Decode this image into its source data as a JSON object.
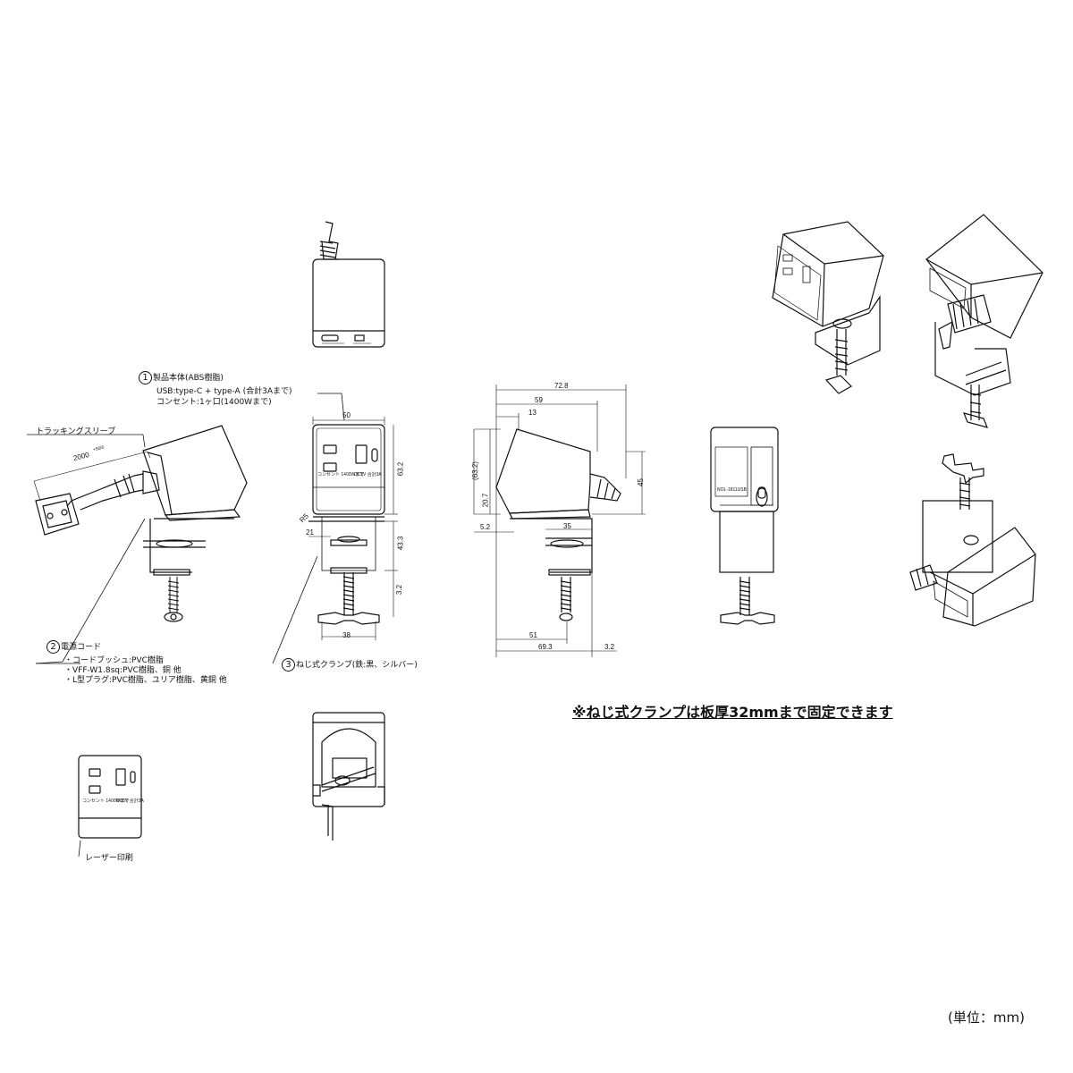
{
  "callouts": {
    "body": {
      "number": "1",
      "title": "製品本体(ABS樹脂)",
      "lines": [
        "USB:type-C + type-A (合計3Aまで)",
        "コンセント:1ヶ口(1400Wまで)"
      ]
    },
    "cord": {
      "number": "2",
      "title": "電源コード",
      "lines": [
        "・コードブッシュ:PVC樹脂",
        "・VFF-W1.8sq:PVC樹脂、銅 他",
        "・L型プラグ:PVC樹脂、ユリア樹脂、黄銅 他"
      ]
    },
    "clamp": {
      "number": "3",
      "title": "ねじ式クランプ(鉄:黒、シルバー)"
    },
    "sleeve": "トラッキングスリーブ",
    "laser": "レーザー印刷",
    "cord_length": "2000",
    "cord_tol": "+50/0"
  },
  "front_panel": {
    "outlet_label": "コンセント 1400Wまで",
    "usb_label": "DC5V 合計3A"
  },
  "dimensions": {
    "front_width": "50",
    "front_height": "63.2",
    "clamp_height": "43.3",
    "plate": "3.2",
    "radius": "R5",
    "clamp_inner": "21",
    "clamp_width": "38",
    "side_total": "72.8",
    "side_59": "59",
    "side_13": "13",
    "side_632": "(63.2)",
    "side_207": "20.7",
    "side_45": "45",
    "side_52": "5.2",
    "side_35": "35",
    "side_51": "51",
    "side_693": "69.3",
    "side_32": "3.2"
  },
  "rear_label": {
    "model": "NOL-1811USB"
  },
  "note": "※ねじ式クランプは板厚32mmまで固定できます",
  "unit": "(単位：mm)"
}
